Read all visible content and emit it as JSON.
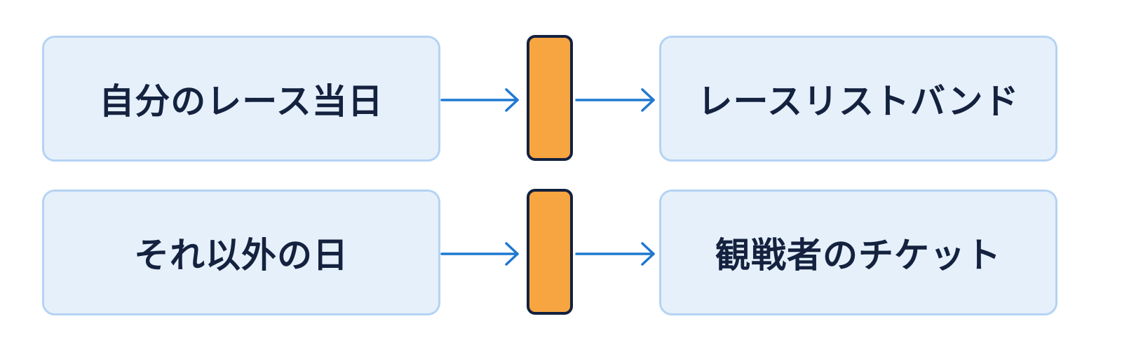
{
  "colors": {
    "box_fill": "#e6f0fb",
    "box_border": "#b5d3f3",
    "text": "#14223f",
    "gate_fill": "#f7a541",
    "gate_border": "#13213f",
    "arrow": "#1f78d1"
  },
  "rows": [
    {
      "source": "自分のレース当日",
      "result": "レースリストバンド"
    },
    {
      "source": "それ以外の日",
      "result": "観戦者のチケット"
    }
  ]
}
